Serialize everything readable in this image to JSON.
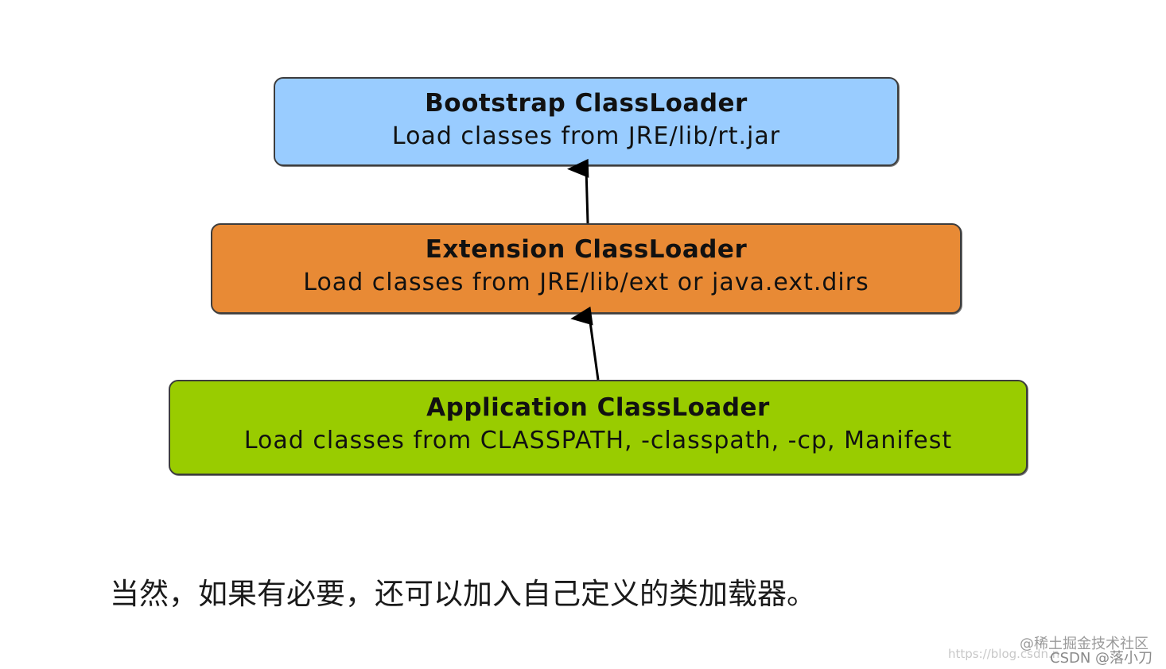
{
  "colors": {
    "bootstrap_fill": "#99ccff",
    "extension_fill": "#e88a35",
    "application_fill": "#99cc00",
    "border": "#3d3d3d",
    "arrow": "#000000"
  },
  "diagram": {
    "nodes": [
      {
        "id": "bootstrap",
        "title": "Bootstrap ClassLoader",
        "subtitle": "Load classes from JRE/lib/rt.jar"
      },
      {
        "id": "extension",
        "title": "Extension ClassLoader",
        "subtitle": "Load classes from JRE/lib/ext or java.ext.dirs"
      },
      {
        "id": "application",
        "title": "Application ClassLoader",
        "subtitle": "Load classes from CLASSPATH, -classpath, -cp, Manifest"
      }
    ],
    "edges": [
      {
        "from": "extension",
        "to": "bootstrap"
      },
      {
        "from": "application",
        "to": "extension"
      }
    ]
  },
  "caption": "当然，如果有必要，还可以加入自己定义的类加载器。",
  "watermarks": {
    "juejin": "@稀土掘金技术社区",
    "url": "https://blog.csdn.n",
    "csdn": "CSDN @落小刀"
  }
}
